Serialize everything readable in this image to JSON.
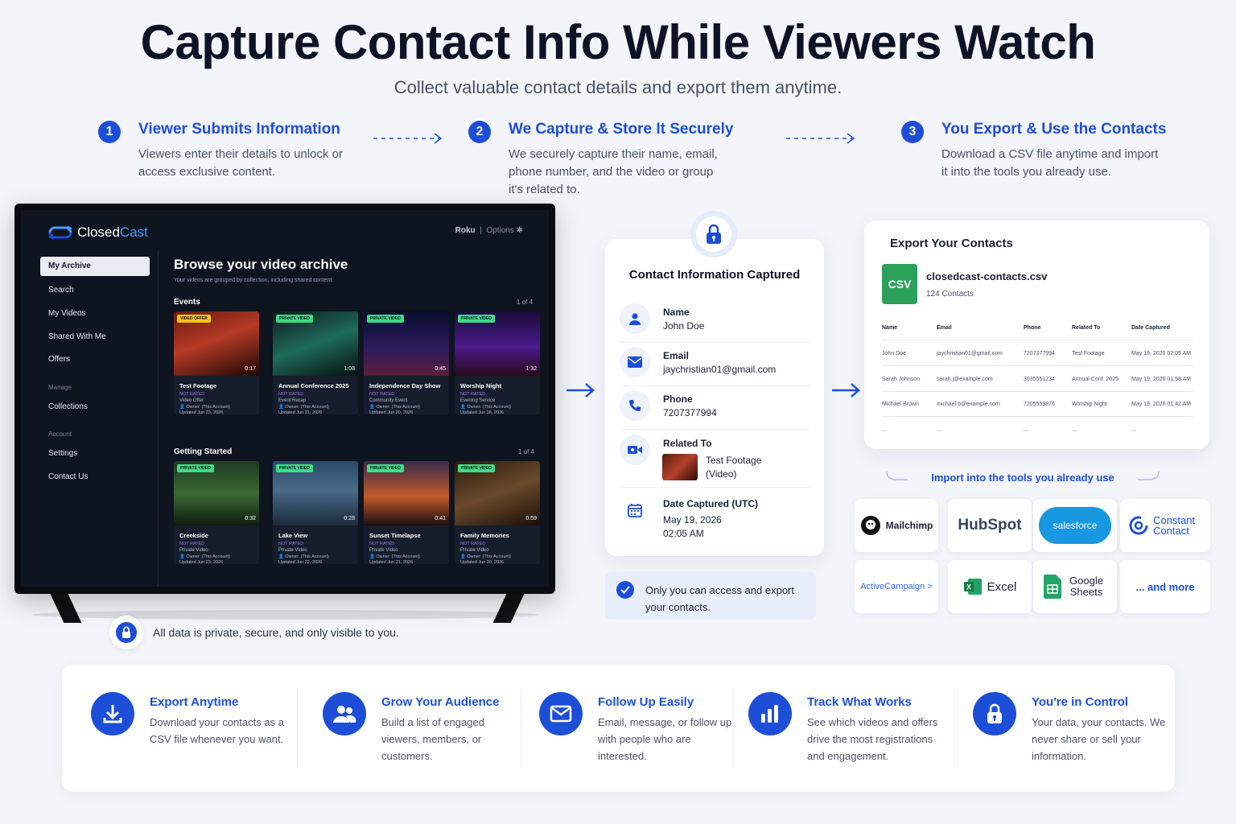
{
  "hero": {
    "title": "Capture Contact Info While Viewers Watch",
    "subtitle": "Collect valuable contact details and export them anytime."
  },
  "steps": [
    {
      "num": "1",
      "title": "Viewer Submits Information",
      "desc": "Viewers enter their details to unlock or access exclusive content."
    },
    {
      "num": "2",
      "title": "We Capture & Store It Securely",
      "desc": "We securely capture their name, email, phone number, and the video or group it's related to."
    },
    {
      "num": "3",
      "title": "You Export & Use the Contacts",
      "desc": "Download a CSV file anytime and import it into the tools you already use."
    }
  ],
  "tv": {
    "logo_a": "Closed",
    "logo_b": "Cast",
    "top_right_a": "Roku",
    "top_right_b": "Options",
    "sidebar": {
      "items": [
        "My Archive",
        "Search",
        "My Videos",
        "Shared With Me",
        "Offers"
      ],
      "manage_label": "Manage",
      "manage_items": [
        "Collections"
      ],
      "account_label": "Account",
      "account_items": [
        "Settings",
        "Contact Us"
      ]
    },
    "archive_title": "Browse your video archive",
    "archive_sub": "Your videos are grouped by collection, including shared content.",
    "sections": [
      {
        "label": "Events",
        "count": "1 of 4",
        "cards": [
          {
            "badge": "VIDEO OFFER",
            "dur": "0:17",
            "title": "Test Footage",
            "rated": "NOT RATED",
            "type": "Video Offer",
            "owner": "Owner: (This Account)",
            "updated": "Updated Jun 23, 2026"
          },
          {
            "badge": "PRIVATE VIDEO",
            "dur": "1:08",
            "title": "Annual Conference 2025",
            "rated": "NOT RATED",
            "type": "Event Recap",
            "owner": "Owner: (This Account)",
            "updated": "Updated Jun 21, 2026"
          },
          {
            "badge": "PRIVATE VIDEO",
            "dur": "0:45",
            "title": "Independence Day Show",
            "rated": "NOT RATED",
            "type": "Community Event",
            "owner": "Owner: (This Account)",
            "updated": "Updated Jun 20, 2026"
          },
          {
            "badge": "PRIVATE VIDEO",
            "dur": "1:32",
            "title": "Worship Night",
            "rated": "NOT RATED",
            "type": "Evening Service",
            "owner": "Owner: (This Account)",
            "updated": "Updated Jun 18, 2026"
          }
        ]
      },
      {
        "label": "Getting Started",
        "count": "1 of 4",
        "cards": [
          {
            "badge": "PRIVATE VIDEO",
            "dur": "0:32",
            "title": "Creekside",
            "rated": "NOT RATED",
            "type": "Private Video",
            "owner": "Owner: (This Account)",
            "updated": "Updated Jun 23, 2026"
          },
          {
            "badge": "PRIVATE VIDEO",
            "dur": "0:28",
            "title": "Lake View",
            "rated": "NOT RATED",
            "type": "Private Video",
            "owner": "Owner: (This Account)",
            "updated": "Updated Jun 22, 2026"
          },
          {
            "badge": "PRIVATE VIDEO",
            "dur": "0:41",
            "title": "Sunset Timelapse",
            "rated": "NOT RATED",
            "type": "Private Video",
            "owner": "Owner: (This Account)",
            "updated": "Updated Jun 21, 2026"
          },
          {
            "badge": "PRIVATE VIDEO",
            "dur": "0:59",
            "title": "Family Memories",
            "rated": "NOT RATED",
            "type": "Private Video",
            "owner": "Owner: (This Account)",
            "updated": "Updated Jun 20, 2026"
          }
        ]
      }
    ]
  },
  "privacy_note": "All data is private, secure, and only visible to you.",
  "contact": {
    "title": "Contact Information Captured",
    "name_label": "Name",
    "name": "John Doe",
    "email_label": "Email",
    "email": "jaychristian01@gmail.com",
    "phone_label": "Phone",
    "phone": "7207377994",
    "related_label": "Related To",
    "related_a": "Test Footage",
    "related_b": "(Video)",
    "date_label": "Date Captured (UTC)",
    "date_a": "May 19, 2026",
    "date_b": "02:05 AM"
  },
  "access_note": "Only you can access and export your contacts.",
  "export": {
    "title": "Export Your Contacts",
    "icon": "CSV",
    "file": "closedcast-contacts.csv",
    "count": "124 Contacts",
    "headers": [
      "Name",
      "Email",
      "Phone",
      "Related To",
      "Date Captured"
    ],
    "rows": [
      [
        "John Doe",
        "jaychristian01@gmail.com",
        "7207377994",
        "Test Footage",
        "May 19, 2026 02:05 AM"
      ],
      [
        "Sarah Johnson",
        "sarah.j@example.com",
        "3035551234",
        "Annual Conf. 2025",
        "May 19, 2026 01:58 AM"
      ],
      [
        "Michael Brown",
        "michael.b@example.com",
        "7205559876",
        "Worship Night",
        "May 19, 2026 01:42 AM"
      ],
      [
        "...",
        "...",
        "...",
        "...",
        "..."
      ]
    ]
  },
  "import_label": "Import into the tools you already use",
  "tools": [
    "Mailchimp",
    "HubSpot",
    "salesforce",
    "Constant Contact",
    "ActiveCampaign >",
    "Excel",
    "Google Sheets",
    "... and more"
  ],
  "benefits": [
    {
      "title": "Export Anytime",
      "desc": "Download your contacts as a CSV file whenever you want."
    },
    {
      "title": "Grow Your Audience",
      "desc": "Build a list of engaged viewers, members, or customers."
    },
    {
      "title": "Follow Up Easily",
      "desc": "Email, message, or follow up with people who are interested."
    },
    {
      "title": "Track What Works",
      "desc": "See which videos and offers drive the most registrations and engagement."
    },
    {
      "title": "You're in Control",
      "desc": "Your data, your contacts. We never share or sell your information."
    }
  ],
  "colors": {
    "accent": "#1d4ed8",
    "tv_bg": "#0e1420",
    "page_bg": "#f3f5fa",
    "csv_green": "#2aa05a"
  }
}
